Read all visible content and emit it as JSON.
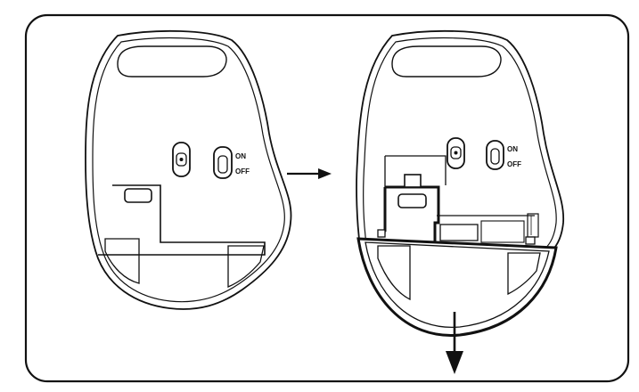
{
  "left_mouse": {
    "switch_on_label": "ON",
    "switch_off_label": "OFF"
  },
  "right_mouse": {
    "switch_on_label": "ON",
    "switch_off_label": "OFF"
  },
  "icons": {
    "transition_arrow": "arrow-right-icon",
    "pull_arrow": "arrow-down-icon"
  },
  "colors": {
    "line": "#111111",
    "background": "#ffffff"
  }
}
